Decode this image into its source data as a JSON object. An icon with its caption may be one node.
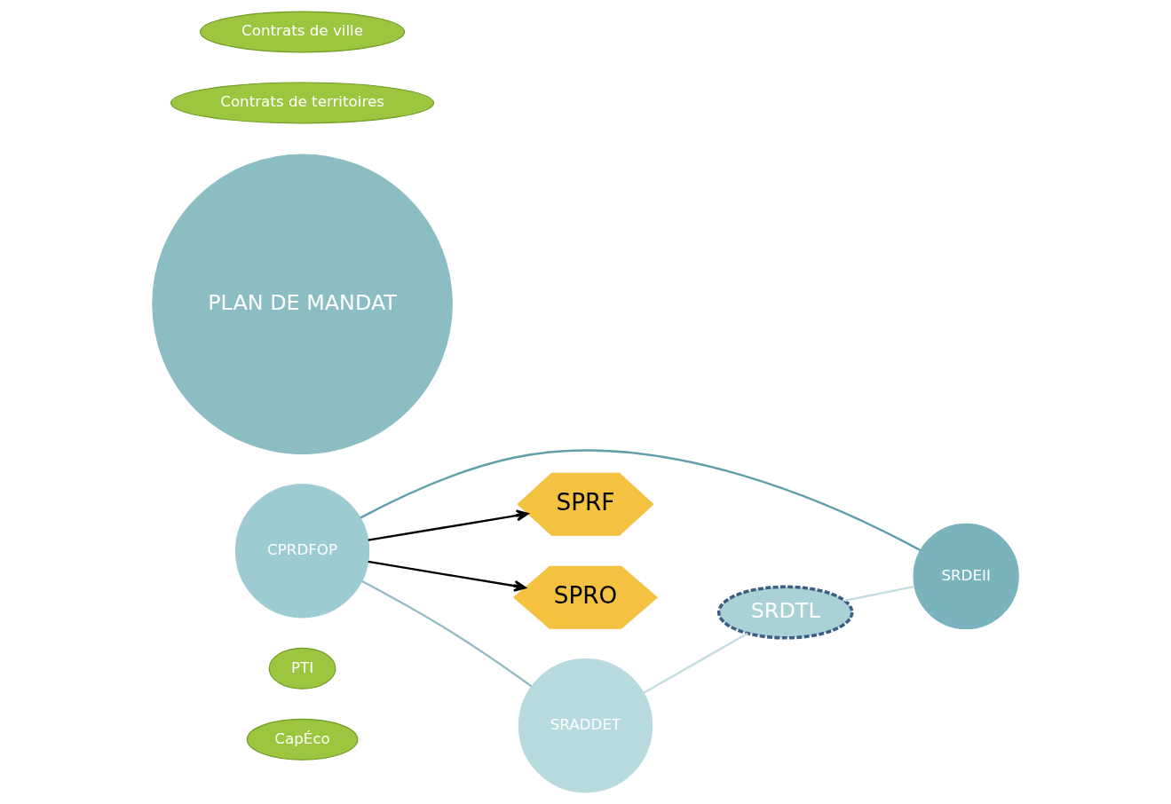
{
  "diagram": {
    "nodes": [
      {
        "text": [
          "CapÉco"
        ]
      },
      {
        "text": [
          "PTI"
        ]
      },
      {
        "text": [
          "SPRF"
        ]
      },
      {
        "text": [
          "SPRO"
        ]
      },
      {
        "text": [
          "SRDEII"
        ]
      },
      {
        "text": [
          "CPRDFOP"
        ]
      },
      {
        "text": [
          "PLAN DE MANDAT"
        ]
      },
      {
        "text": [
          "Contrats de territoires"
        ]
      },
      {
        "text": [
          "SRDTL"
        ]
      },
      {
        "text": [
          "SRADDET"
        ]
      },
      {
        "text": [
          "Contrats de ville"
        ]
      }
    ],
    "edges": [
      {
        "from": 5,
        "to": 2,
        "arrow": "to"
      },
      {
        "from": 5,
        "to": 3,
        "arrow": "to"
      },
      {
        "from": 4,
        "to": 5,
        "arrow": "none",
        "color": "#5f9eaa"
      },
      {
        "from": 5,
        "to": 9,
        "arrow": "none",
        "color": "#93bcc4"
      },
      {
        "from": 9,
        "to": 8,
        "arrow": "none",
        "color": "#c5dde0"
      },
      {
        "from": 8,
        "to": 4,
        "arrow": "none",
        "color": "#c5dde0"
      }
    ]
  }
}
